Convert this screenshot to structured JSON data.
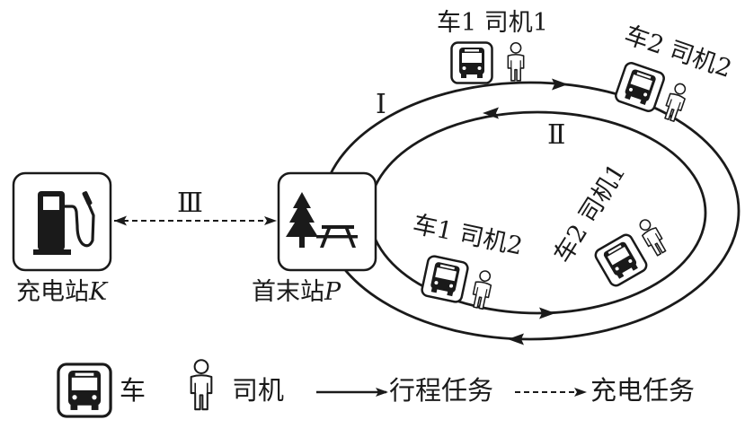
{
  "diagram": {
    "routes": {
      "outer": "Ⅰ",
      "inner": "Ⅱ",
      "charge": "Ⅲ"
    },
    "stations": {
      "charging": {
        "name": "充电站",
        "var": "K",
        "icon": "fuel-pump-icon"
      },
      "terminal": {
        "name": "首末站",
        "var": "P",
        "icon": "picnic-site-icon"
      }
    },
    "units": [
      {
        "text": "车1 司机1",
        "route": "outer"
      },
      {
        "text": "车2 司机2",
        "route": "outer"
      },
      {
        "text": "车1 司机2",
        "route": "inner"
      },
      {
        "text": "车2 司机1",
        "route": "inner"
      }
    ]
  },
  "legend": {
    "vehicle": "车",
    "driver": "司机",
    "trip_task": "行程任务",
    "charge_task": "充电任务"
  },
  "colors": {
    "stroke": "#1a1a1a",
    "background": "#ffffff"
  }
}
